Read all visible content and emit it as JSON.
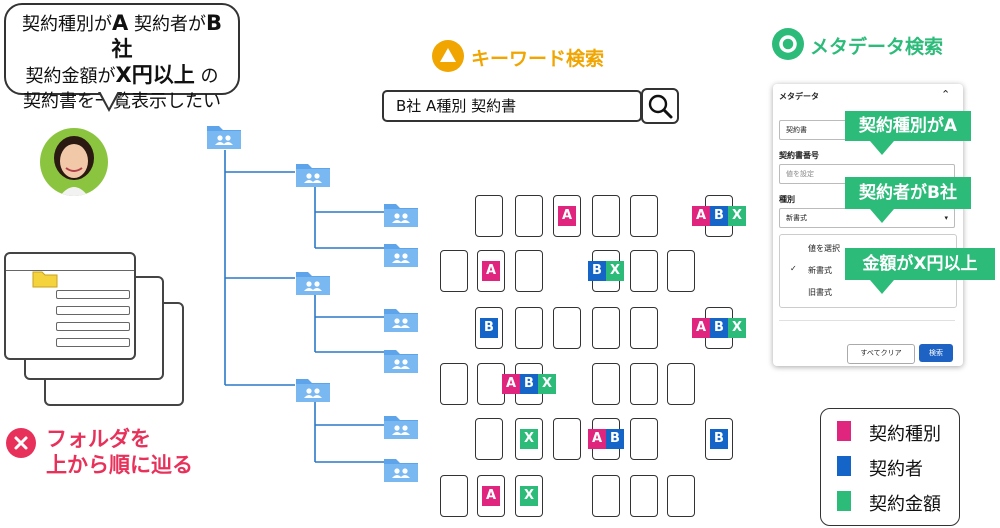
{
  "bubble": {
    "line1_a": "契約種別が",
    "line1_b": "A",
    "line1_c": " 契約者が",
    "line1_d": "B社",
    "line2_a": "契約金額が",
    "line2_b": "X円以上",
    "line2_c": " の",
    "line3": "契約書を一覧表示したい"
  },
  "folder_method": {
    "label_line1": "フォルダを",
    "label_line2": "上から順に辿る",
    "color": "#e8315a"
  },
  "keyword_method": {
    "title": "キーワード検索",
    "query": "B社 A種別 契約書",
    "color": "#f0a500"
  },
  "metadata_method": {
    "title": "メタデータ検索",
    "color": "#2dbb7a"
  },
  "panel": {
    "header": "メタデータ",
    "field1_value": "契約書",
    "field2_label": "契約書番号",
    "field2_placeholder": "値を設定",
    "field3_label": "種別",
    "field3_value": "新書式",
    "options": [
      "値を選択",
      "新書式",
      "旧書式"
    ],
    "selected_option": "新書式",
    "clear_button": "すべてクリア",
    "search_button": "検索"
  },
  "callouts": [
    "契約種別がA",
    "契約者がB社",
    "金額がX円以上"
  ],
  "legend": [
    {
      "letter": "A",
      "label": "契約種別",
      "color": "#e0257e"
    },
    {
      "letter": "B",
      "label": "契約者",
      "color": "#1565c9"
    },
    {
      "letter": "X",
      "label": "契約金額",
      "color": "#2dbb7a"
    }
  ],
  "doc_grid": [
    [
      "",
      "",
      "A",
      "",
      "",
      "ABX"
    ],
    [
      "",
      "A",
      "",
      "BX",
      "",
      ""
    ],
    [
      "B",
      "",
      "",
      "",
      "",
      "ABX"
    ],
    [
      "",
      "",
      "ABX",
      "",
      "",
      ""
    ],
    [
      "",
      "X",
      "",
      "AB",
      "",
      "B"
    ],
    [
      "",
      "A",
      "X",
      "",
      "",
      ""
    ]
  ]
}
